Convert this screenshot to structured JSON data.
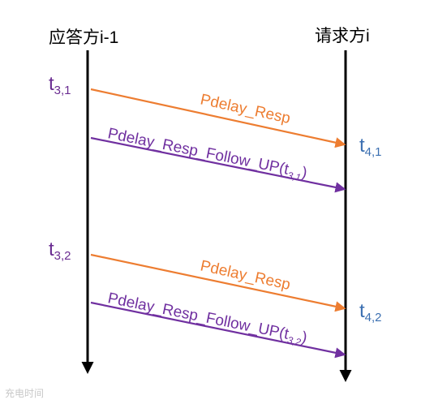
{
  "participants": {
    "left": "应答方i-1",
    "right": "请求方i"
  },
  "timestamps": {
    "t31": {
      "base": "t",
      "sub": "3,1"
    },
    "t32": {
      "base": "t",
      "sub": "3,2"
    },
    "t41": {
      "base": "t",
      "sub": "4,1"
    },
    "t42": {
      "base": "t",
      "sub": "4,2"
    }
  },
  "messages": {
    "resp1": "Pdelay_Resp",
    "follow1": {
      "text": "Pdelay_Resp_Follow_UP(t",
      "sub": "3,1",
      "close": ")"
    },
    "resp2": "Pdelay_Resp",
    "follow2": {
      "text": "Pdelay_Resp_Follow_UP(t",
      "sub": "3,2",
      "close": ")"
    }
  },
  "colors": {
    "resp": "#ed7d31",
    "follow": "#7030a0",
    "lifeline": "#000000"
  },
  "watermark": "充电时间"
}
